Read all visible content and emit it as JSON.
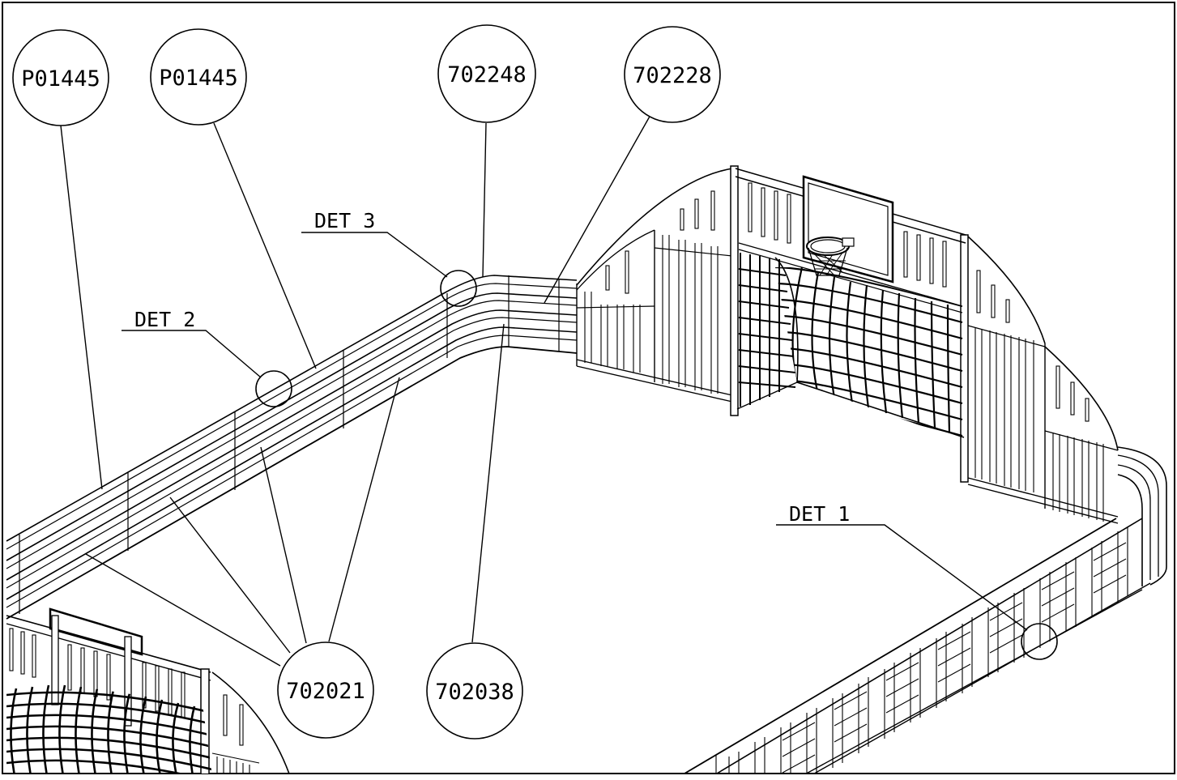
{
  "callouts": [
    {
      "id": "c1",
      "label": "P01445"
    },
    {
      "id": "c2",
      "label": "P01445"
    },
    {
      "id": "c3",
      "label": "702248"
    },
    {
      "id": "c4",
      "label": "702228"
    },
    {
      "id": "c5",
      "label": "702021"
    },
    {
      "id": "c6",
      "label": "702038"
    }
  ],
  "details": [
    {
      "id": "d1",
      "label": "DET 1"
    },
    {
      "id": "d2",
      "label": "DET 2"
    },
    {
      "id": "d3",
      "label": "DET 3"
    }
  ]
}
